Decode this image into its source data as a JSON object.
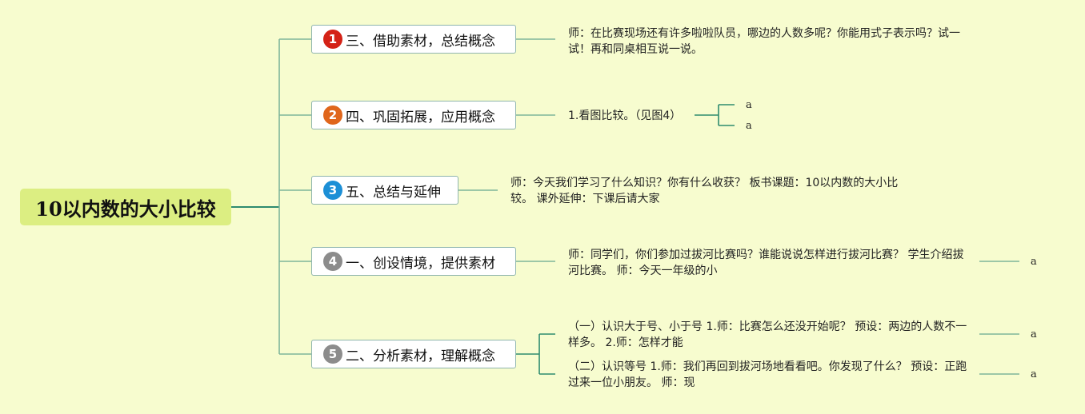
{
  "root": {
    "title": "10以内数的大小比较"
  },
  "colors": {
    "background": "#f7fccf",
    "root_fill": "#dcee82",
    "connector": "#2e8b6f",
    "node_border": "#8fb5ae"
  },
  "branches": [
    {
      "number": "1",
      "badge_color": "#d42216",
      "label": "三、借助素材，总结概念",
      "note": "师：在比赛现场还有许多啦啦队员，哪边的人数多呢？你能用式子表示吗？试一试！再和同桌相互说一说。"
    },
    {
      "number": "2",
      "badge_color": "#e0661b",
      "label": "四、巩固拓展，应用概念",
      "note": "1.看图比较。（见图4）",
      "leaves": [
        "a",
        "a"
      ]
    },
    {
      "number": "3",
      "badge_color": "#1c8fd6",
      "label": "五、总结与延伸",
      "note": "师：今天我们学习了什么知识？你有什么收获？ 板书课题：10以内数的大小比较。 课外延伸：下课后请大家"
    },
    {
      "number": "4",
      "badge_color": "#8c8c8c",
      "label": "一、创设情境，提供素材",
      "note": "师：同学们，你们参加过拔河比赛吗？谁能说说怎样进行拔河比赛？ 学生介绍拔河比赛。 师：今天一年级的小",
      "leaves": [
        "a"
      ]
    },
    {
      "number": "5",
      "badge_color": "#8c8c8c",
      "label": "二、分析素材，理解概念",
      "subnotes": [
        {
          "text": "（一）认识大于号、小于号 1.师：比赛怎么还没开始呢？ 预设：两边的人数不一样多。 2.师：怎样才能",
          "leaf": "a"
        },
        {
          "text": "（二）认识等号 1.师：我们再回到拔河场地看看吧。你发现了什么？ 预设：正跑过来一位小朋友。 师：现",
          "leaf": "a"
        }
      ]
    }
  ]
}
